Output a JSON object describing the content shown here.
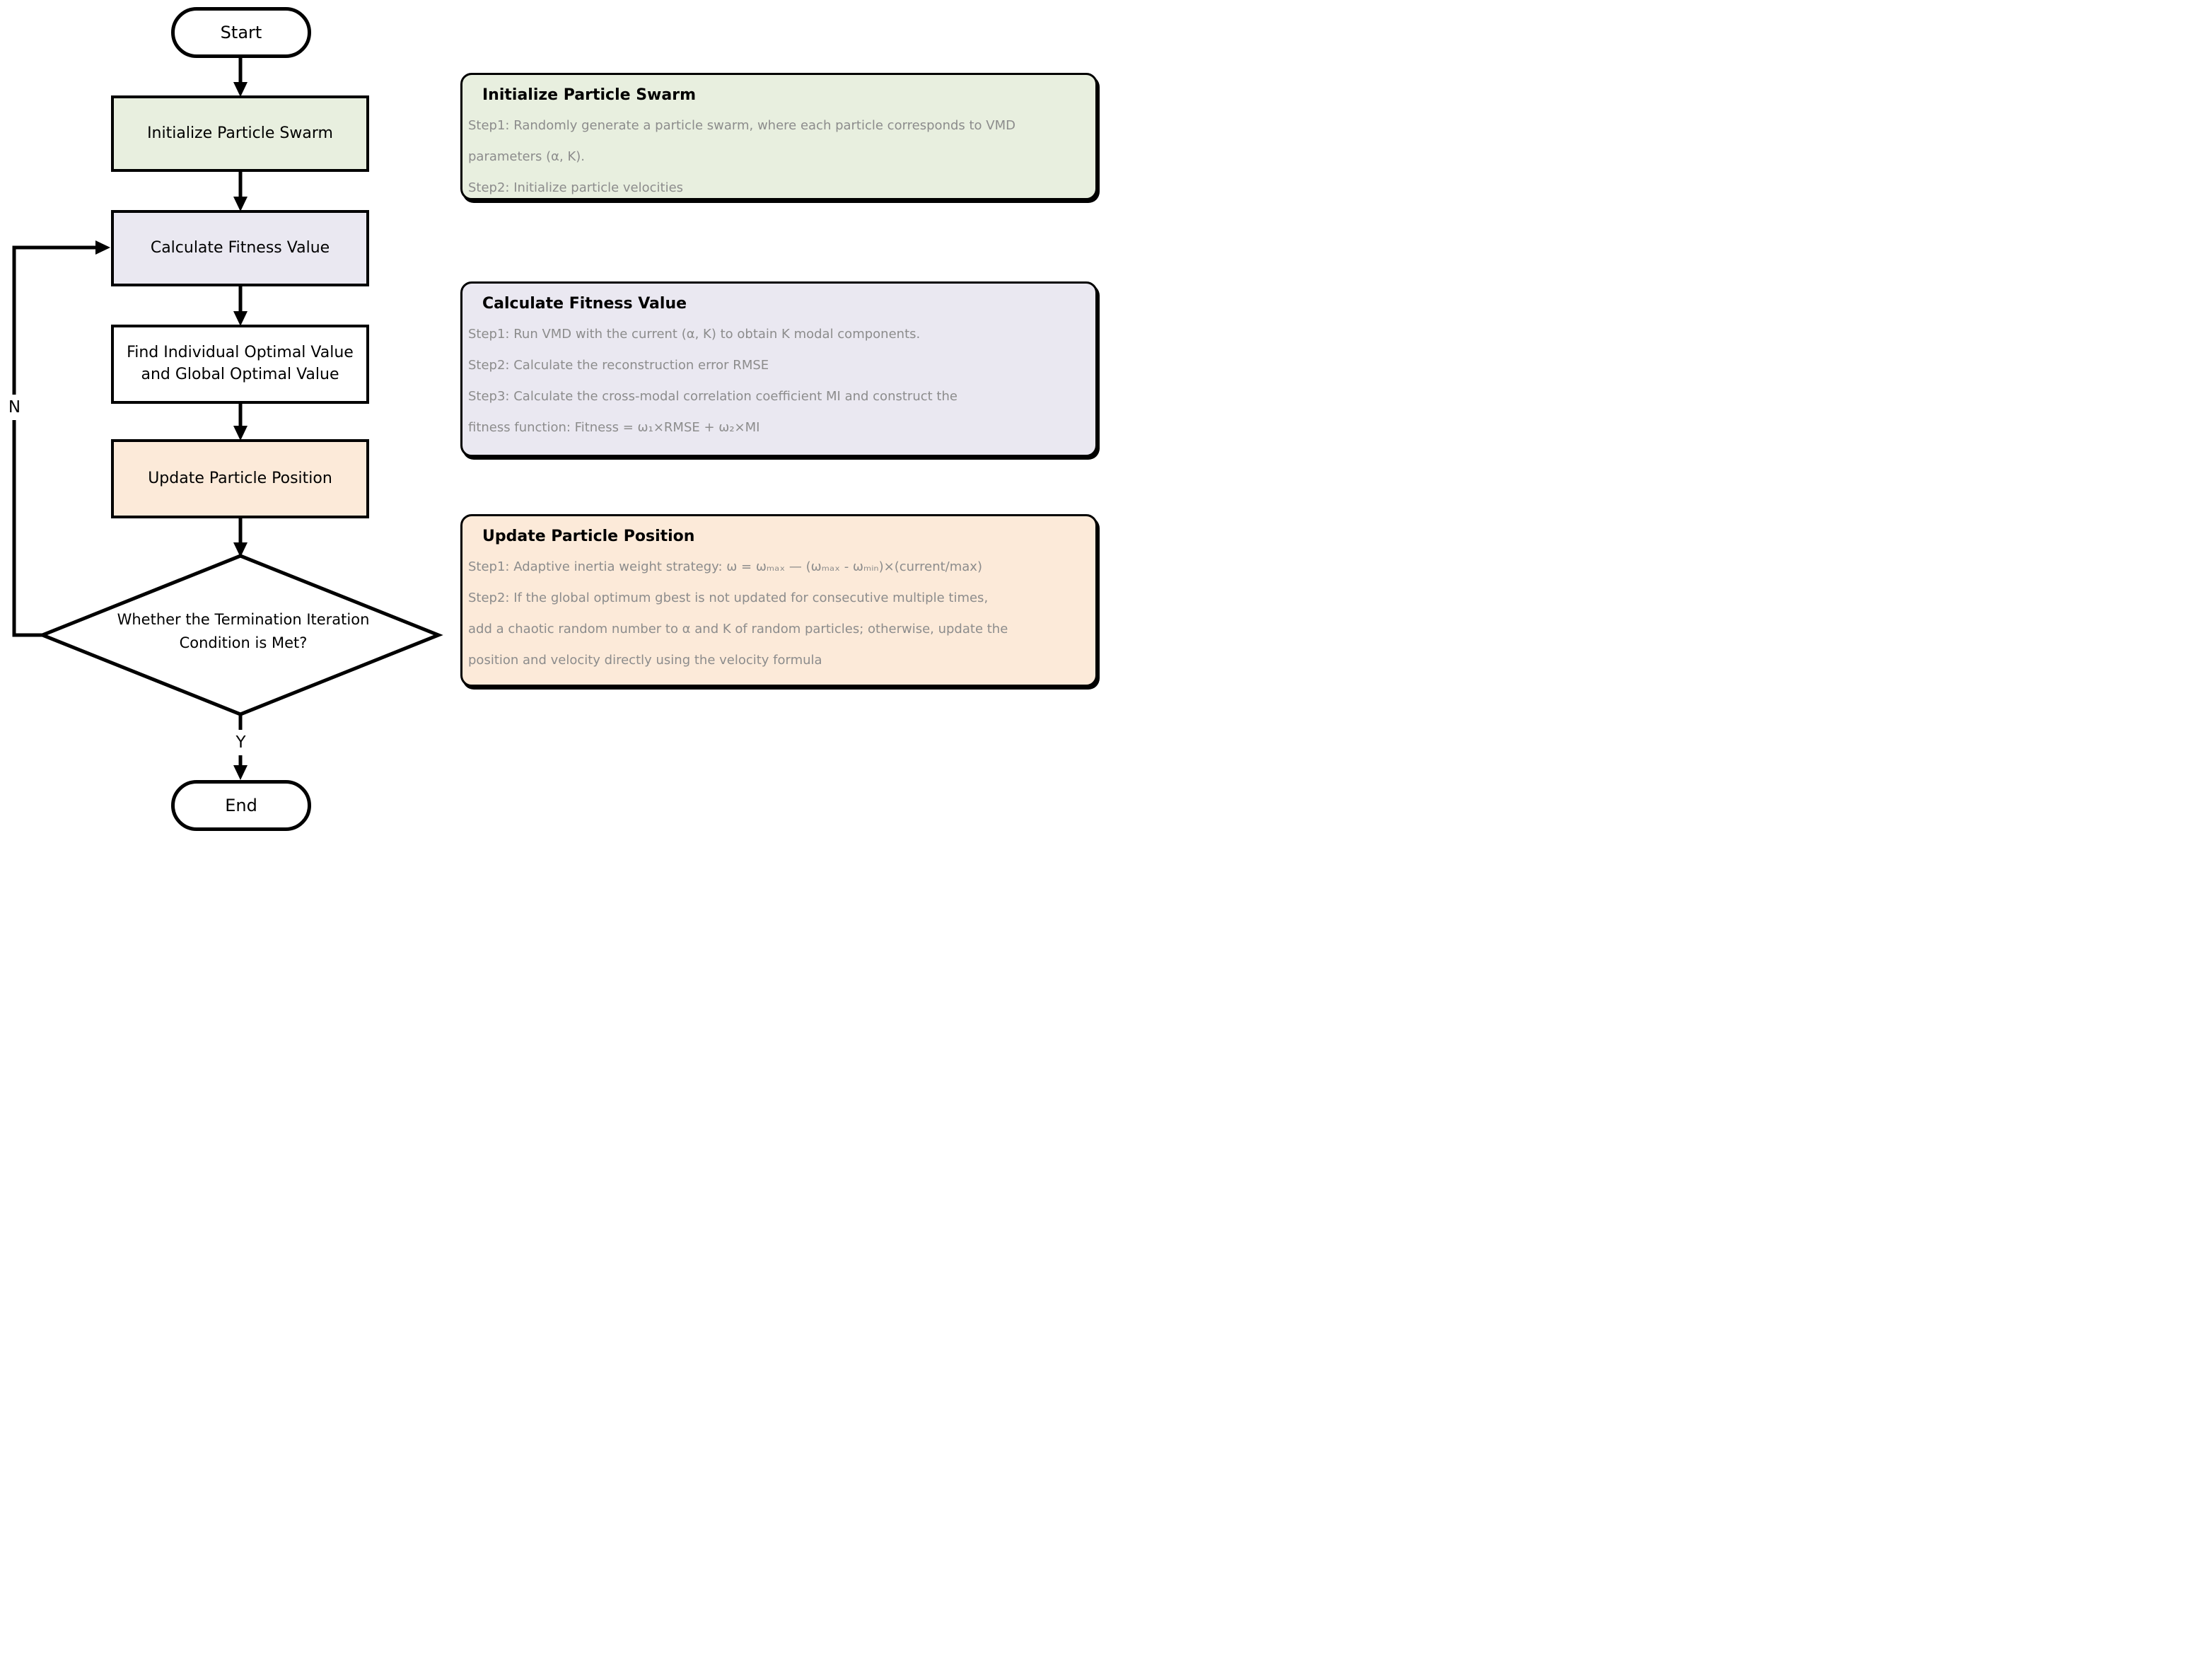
{
  "flow": {
    "start_label": "Start",
    "end_label": "End",
    "no_label": "N",
    "yes_label": "Y",
    "steps": [
      {
        "id": "initialize",
        "label": "Initialize Particle Swarm"
      },
      {
        "id": "fitness",
        "label": "Calculate Fitness Value"
      },
      {
        "id": "optimal",
        "label": "Find Individual Optimal Value and Global Optimal Value"
      },
      {
        "id": "update",
        "label": "Update Particle Position"
      }
    ],
    "decision": {
      "lines": [
        "Whether the Termination Iteration",
        "Condition is Met?"
      ]
    }
  },
  "annotations": [
    {
      "title": "Initialize Particle Swarm",
      "lines": [
        "Step1: Randomly generate a particle swarm, where each particle corresponds to VMD",
        "parameters (α, K).",
        "Step2: Initialize particle velocities"
      ]
    },
    {
      "title": "Calculate Fitness Value",
      "lines": [
        "Step1: Run VMD with the current (α, K) to obtain K modal components.",
        "Step2: Calculate the reconstruction error RMSE",
        "Step3: Calculate the cross-modal correlation coefficient MI and construct the",
        "fitness function: Fitness = ω₁×RMSE + ω₂×MI"
      ]
    },
    {
      "title": "Update Particle Position",
      "lines": [
        "Step1: Adaptive inertia weight strategy: ω = ωₘₐₓ — (ωₘₐₓ - ωₘᵢₙ)×(current/max)",
        "Step2: If the global optimum gbest is not updated for consecutive multiple times,",
        "add a chaotic random number to α and K of random particles; otherwise, update the",
        "position and velocity directly using the velocity formula"
      ]
    }
  ],
  "colors": {
    "node_green": "#e8efdf",
    "node_lavender": "#eae8f1",
    "node_white": "#ffffff",
    "node_peach": "#fcead9",
    "note_body_text": "#8c8c8c",
    "line": "#000000",
    "background": "#ffffff"
  }
}
